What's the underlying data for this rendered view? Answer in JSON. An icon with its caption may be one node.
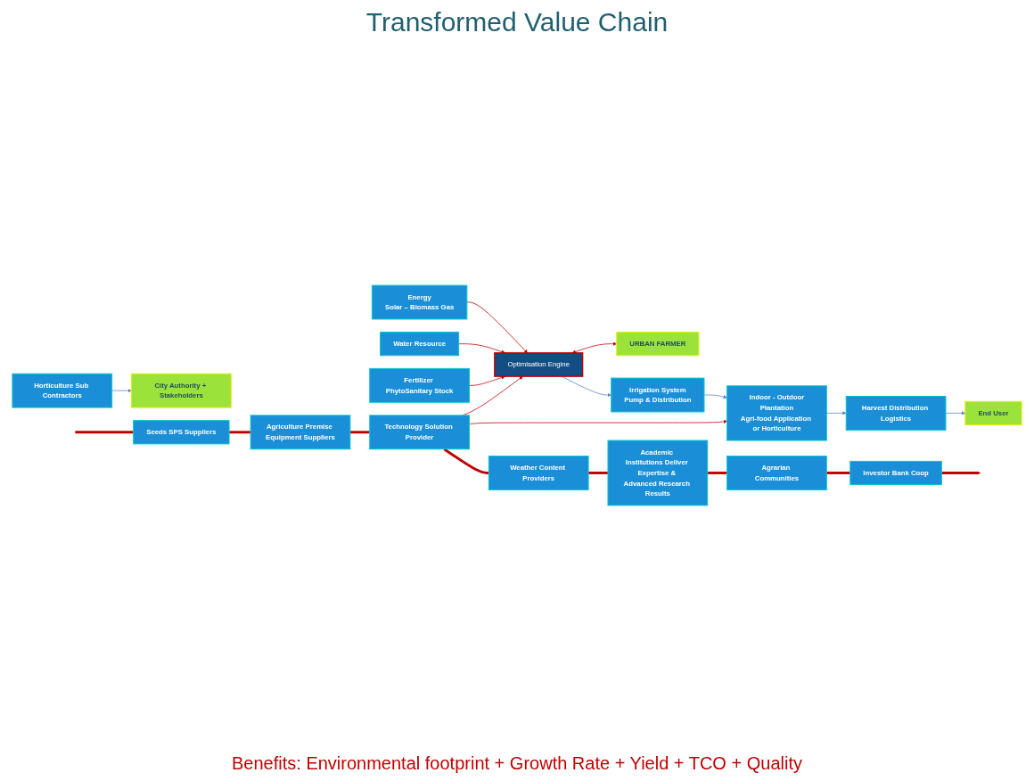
{
  "diagram": {
    "title": "Transformed Value Chain",
    "nodes": [
      {
        "text": [
          "Energy",
          "Solar – Biomass Gas"
        ]
      },
      {
        "text": [
          "Water Resource"
        ]
      },
      {
        "text": [
          "Fertilizer PhytoSanitary Stock"
        ]
      },
      {
        "text": [
          "URBAN FARMER"
        ]
      },
      {
        "text": [
          "Optimisation Engine"
        ]
      },
      {
        "text": [
          "Irrigation System",
          "Pump & Distribution"
        ]
      },
      {
        "text": [
          "Indoor - Outdoor",
          "Plantation",
          "Agri-food Application or Horticulture"
        ]
      },
      {
        "text": [
          "Harvest Distribution Logistics"
        ]
      },
      {
        "text": [
          "End User"
        ]
      },
      {
        "text": [
          "Horticulture Sub Contractors"
        ]
      },
      {
        "text": [
          "City Authority + Stakeholders"
        ]
      },
      {
        "text": [
          "Seeds SPS Suppliers"
        ]
      },
      {
        "text": [
          "Agriculture Premise Equipment Suppliers"
        ]
      },
      {
        "text": [
          "Technology Solution Provider"
        ]
      },
      {
        "text": [
          "Weather Content Providers"
        ]
      },
      {
        "text": [
          "Academic Institutions Deliver Expertise & Advanced Research Results"
        ]
      },
      {
        "text": [
          "Agrarian Communities"
        ]
      },
      {
        "text": [
          "Investor Bank Coop"
        ]
      }
    ],
    "edges": [
      {
        "from": 0,
        "to": 4,
        "arrow": "to"
      },
      {
        "from": 4,
        "to": 3,
        "arrow": "both"
      },
      {
        "from": 1,
        "to": 4,
        "arrow": "to"
      },
      {
        "from": 2,
        "to": 4,
        "arrow": "to"
      },
      {
        "from": 13,
        "to": 4,
        "arrow": "to"
      },
      {
        "from": 13,
        "to": 6,
        "arrow": "to"
      },
      {
        "from": 4,
        "to": 5,
        "arrow": "to",
        "color": "#5b7fc7"
      },
      {
        "from": 5,
        "to": 6,
        "arrow": "to",
        "color": "#5b7fc7"
      },
      {
        "from": 6,
        "to": 7,
        "arrow": "to",
        "color": "#5b7fc7"
      },
      {
        "from": 7,
        "to": 8,
        "arrow": "to",
        "color": "#5b7fc7"
      },
      {
        "from": 9,
        "to": 10,
        "arrow": "to",
        "color": "#5b7fc7"
      },
      {
        "from": null,
        "to": 11,
        "arrow": "none",
        "style": "thick"
      },
      {
        "from": 11,
        "to": 12,
        "arrow": "none",
        "style": "thick"
      },
      {
        "from": 12,
        "to": 13,
        "arrow": "none",
        "style": "thick"
      },
      {
        "from": 13,
        "to": 14,
        "arrow": "none",
        "style": "thick"
      },
      {
        "from": 14,
        "to": 15,
        "arrow": "none",
        "style": "thick"
      },
      {
        "from": 15,
        "to": 16,
        "arrow": "none",
        "style": "thick"
      },
      {
        "from": 16,
        "to": 17,
        "arrow": "none",
        "style": "thick"
      },
      {
        "from": 17,
        "to": null,
        "arrow": "to",
        "style": "thick"
      }
    ],
    "labels": [
      "Benefits: Environmental footprint + Growth Rate + Yield + TCO + Quality"
    ]
  }
}
